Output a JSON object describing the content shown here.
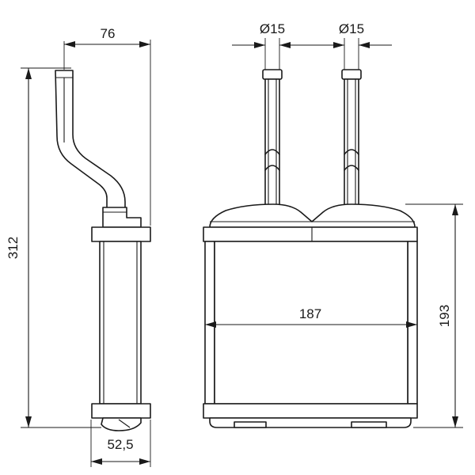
{
  "dimensions": {
    "side_width": "76",
    "total_height": "312",
    "bottom_depth": "52,5",
    "pipe_diameter_left": "Ø15",
    "pipe_diameter_right": "Ø15",
    "core_width": "187",
    "core_height": "193"
  },
  "colors": {
    "line": "#1a1a1a",
    "background": "#ffffff"
  }
}
